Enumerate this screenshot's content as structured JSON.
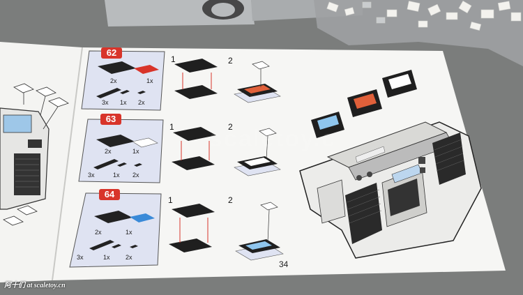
{
  "manual": {
    "steps": [
      {
        "number": "62",
        "sub1": "1",
        "sub2": "2",
        "qty_plate": "2x",
        "qty_tile": "1x",
        "qty_a": "3x",
        "qty_b": "1x",
        "qty_c": "2x",
        "tile_color": "#d8342a",
        "tape_color": "#e0603a"
      },
      {
        "number": "63",
        "sub1": "1",
        "sub2": "2",
        "qty_plate": "2x",
        "qty_tile": "1x",
        "qty_a": "3x",
        "qty_b": "1x",
        "qty_c": "2x",
        "tile_color": "#ffffff",
        "tape_color": "#ffffff"
      },
      {
        "number": "64",
        "sub1": "1",
        "sub2": "2",
        "qty_plate": "2x",
        "qty_tile": "1x",
        "qty_a": "3x",
        "qty_b": "1x",
        "qty_c": "2x",
        "tile_color": "#3a8ad8",
        "tape_color": "#8fc6ee"
      }
    ],
    "page_number": "34"
  },
  "watermark": "scaletoy.c",
  "caption": "阿十们 at scaletoy.cn",
  "colors": {
    "step_badge": "#d8342a",
    "panel": "#dfe3f2",
    "table": "#7d7f7e",
    "paper": "#f4f4f2"
  }
}
